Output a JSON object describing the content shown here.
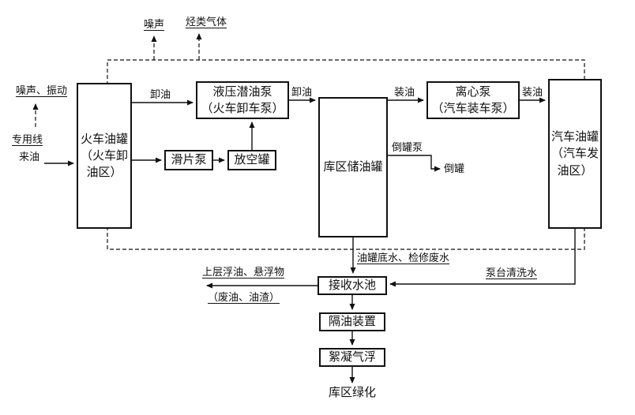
{
  "diagram": {
    "title_hint": "油库工艺流程图",
    "boxes": {
      "train_tank": "火车油罐\n（火车卸\n油区）",
      "hydraulic_pump": "液压潜油泵\n（火车卸车泵）",
      "vane_pump": "滑片泵",
      "vent_tank": "放空罐",
      "storage_tank": "库区储油罐",
      "centrifugal_pump": "离心泵\n（汽车装车泵）",
      "truck_tank": "汽车油罐\n（汽车发\n油区）",
      "receiving_pool": "接收水池",
      "oil_separator": "隔油装置",
      "flocculation": "絮凝气浮"
    },
    "labels": {
      "greening": "库区绿化",
      "noise_top": "噪声",
      "hydrocarbon_gas": "烃类气体",
      "noise_vibration": "噪声、振动",
      "dedicated_line": "专用线",
      "incoming_oil": "来油",
      "unload_oil_1": "卸油",
      "unload_oil_2": "卸油",
      "load_oil_1": "装油",
      "load_oil_2": "装油",
      "transfer_pump": "倒罐泵",
      "transfer_tank": "倒罐",
      "tank_bottom_water": "油罐底水、检修废水",
      "pump_wash_water": "泵台清洗水",
      "floating_oil": "上层浮油、悬浮物",
      "waste_oil": "（废油、油渣）"
    },
    "colors": {
      "line": "#111111",
      "background": "#ffffff",
      "text": "#111111"
    }
  }
}
